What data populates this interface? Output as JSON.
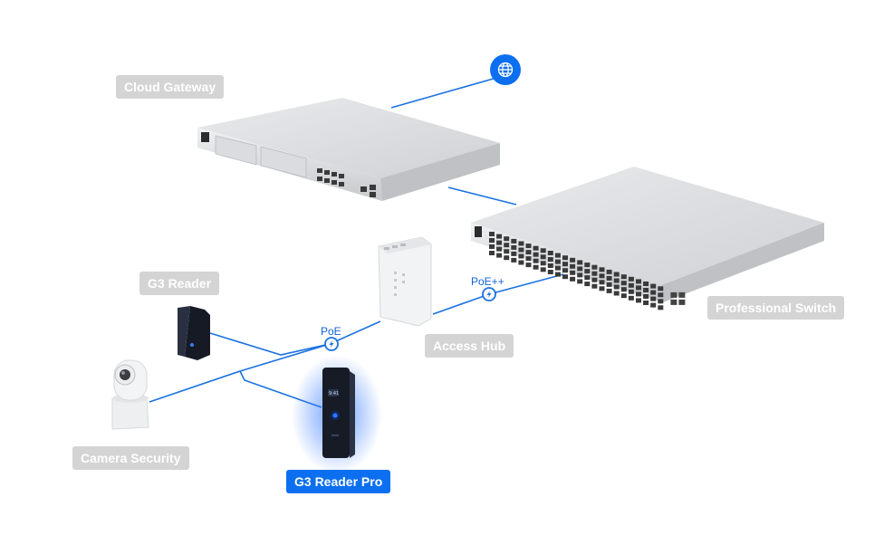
{
  "devices": {
    "cloud_gateway": "Cloud Gateway",
    "professional_switch": "Professional Switch",
    "access_hub": "Access Hub",
    "g3_reader": "G3 Reader",
    "camera_security": "Camera Security",
    "g3_reader_pro": "G3 Reader Pro"
  },
  "links": {
    "poe": "PoE",
    "poe_plus": "PoE++"
  },
  "icons": {
    "internet": "globe-icon",
    "power": "bolt-icon"
  },
  "colors": {
    "link": "#1a72e0",
    "tag_bg": "#d4d4d4",
    "selected_tag_bg": "#0c6ff0",
    "glow": "#2f7bff"
  }
}
